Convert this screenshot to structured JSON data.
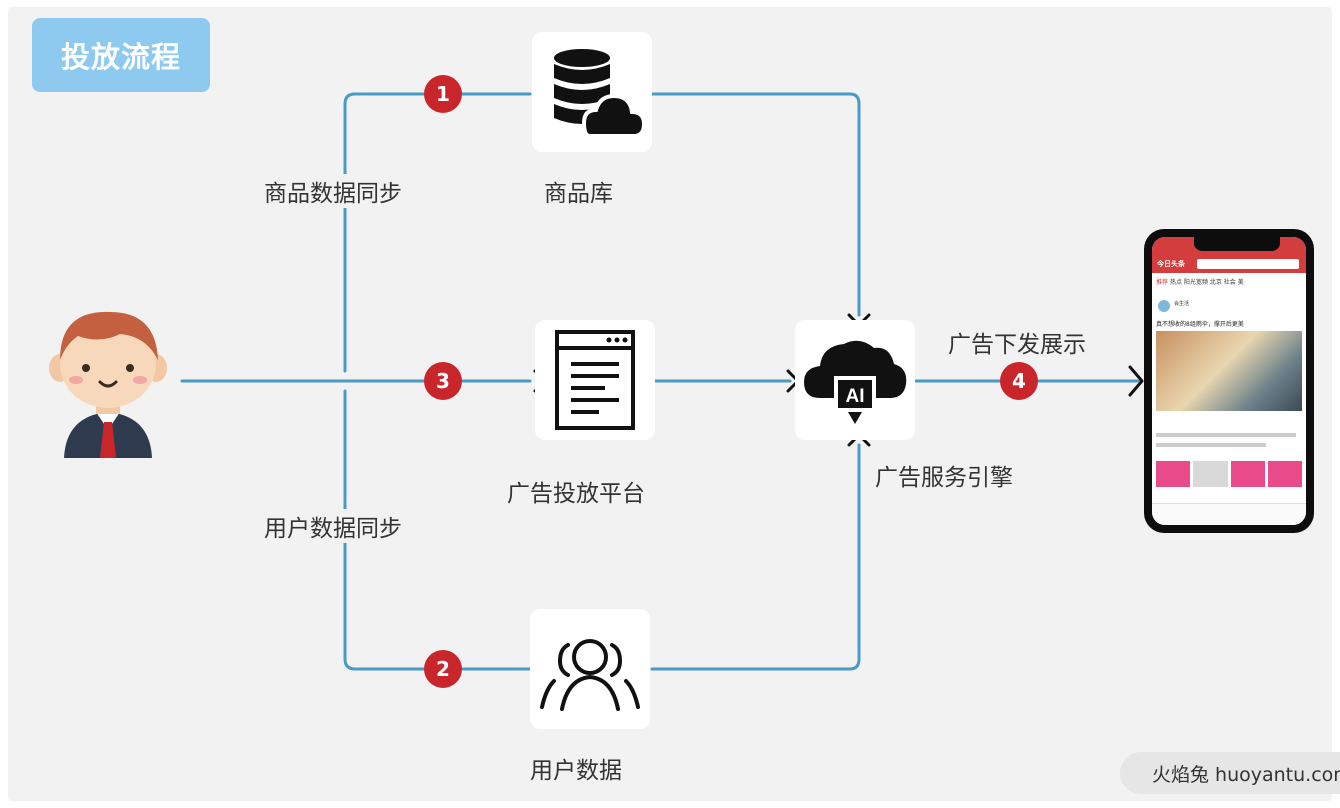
{
  "title": "投放流程",
  "labels": {
    "product_sync": "商品数据同步",
    "user_sync": "用户数据同步",
    "product_db": "商品库",
    "ad_platform": "广告投放平台",
    "user_data": "用户数据",
    "ad_engine": "广告服务引擎",
    "ad_delivery": "广告下发展示"
  },
  "badges": [
    "1",
    "2",
    "3",
    "4"
  ],
  "engine_icon_text": "AI",
  "phone": {
    "app_name": "今日头条",
    "channels": [
      "推荐",
      "热点",
      "阳光宽频",
      "北京",
      "社会",
      "美"
    ],
    "post_author": "会生活",
    "post_title": "真不想收的8组雨伞，撑开后更美"
  },
  "watermark": "火焰兔 huoyantu.com",
  "colors": {
    "line": "#4a9ac6",
    "badge": "#c9262b",
    "title_bg": "#8ecaf0",
    "canvas": "#f2f2f2"
  }
}
